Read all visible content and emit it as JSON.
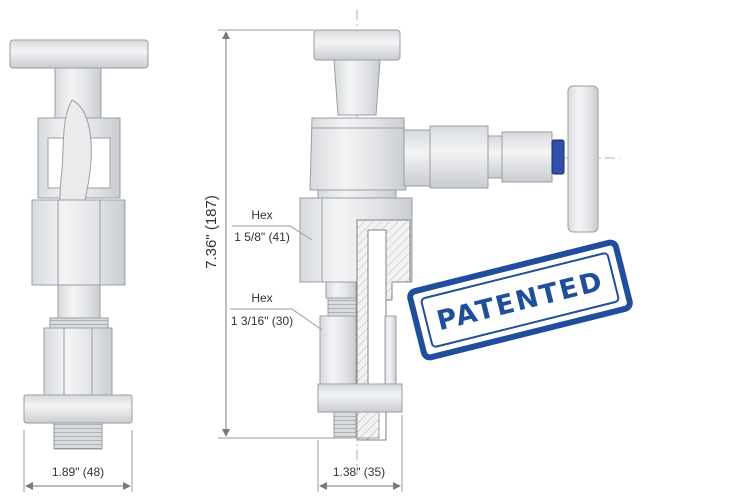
{
  "colors": {
    "body": "#e6e8ea",
    "body_dark": "#c9ccd0",
    "outline": "#9a9ea3",
    "dim_line": "#8a8a8a",
    "accent_blue": "#2f4fa8",
    "stamp_blue": "#1f4f9a"
  },
  "left_view": {
    "width_dim": "1.89\" (48)"
  },
  "right_view": {
    "height_dim": "7.36\" (187)",
    "width_dim": "1.38\" (35)",
    "hex_upper": {
      "label": "Hex",
      "size": "1 5/8\" (41)"
    },
    "hex_lower": {
      "label": "Hex",
      "size": "1 3/16\" (30)"
    }
  },
  "stamp": {
    "text": "PATENTED"
  }
}
